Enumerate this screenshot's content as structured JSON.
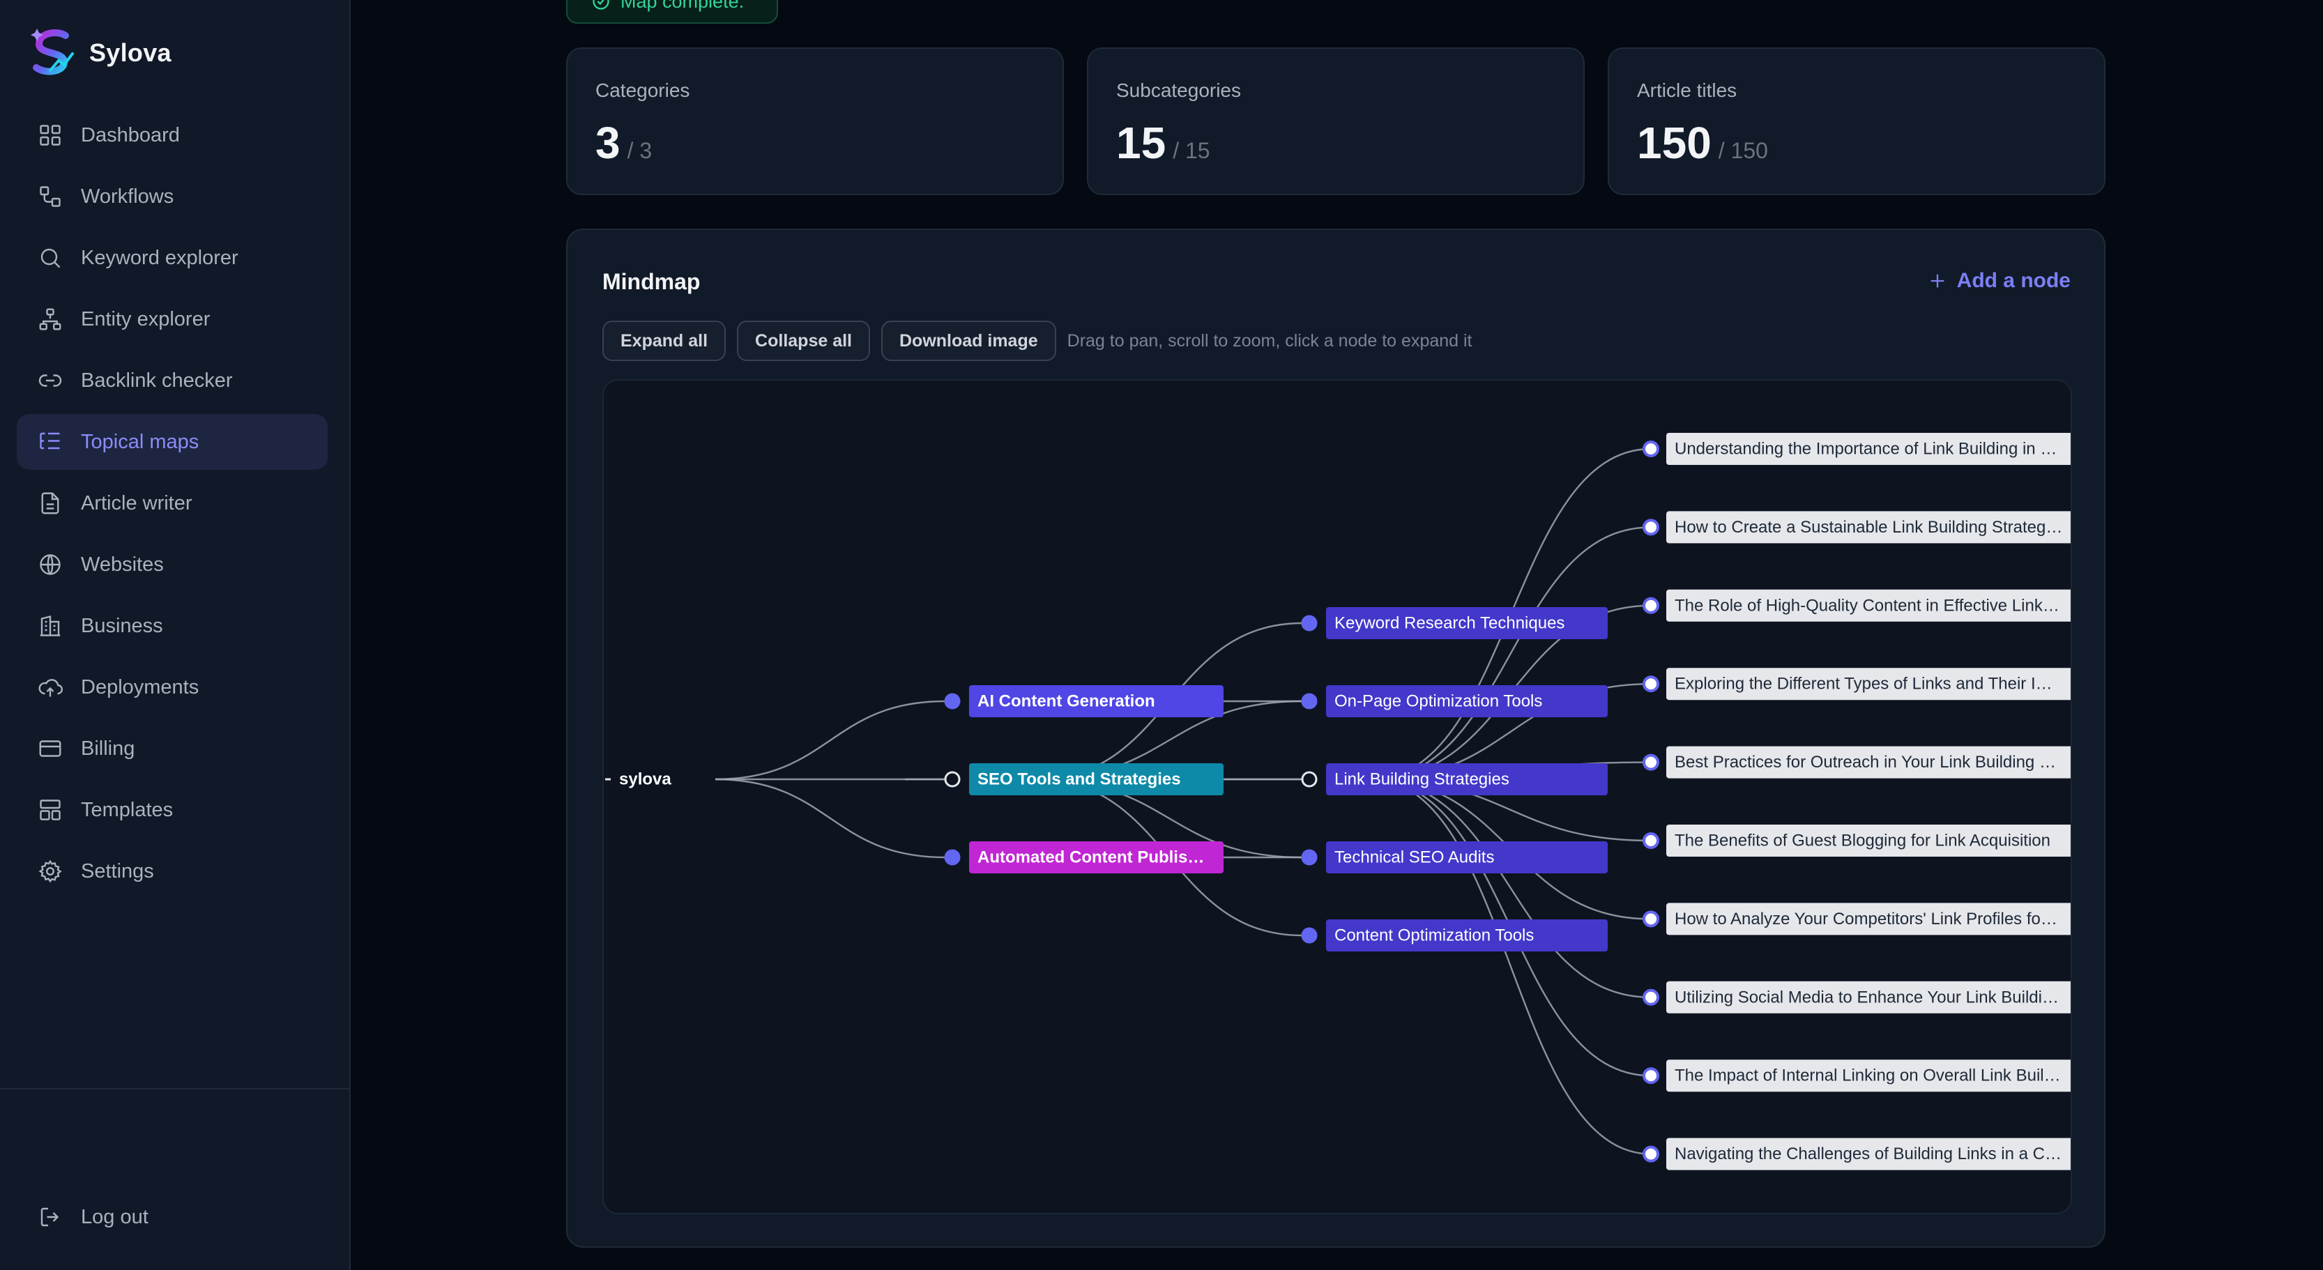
{
  "app": {
    "name": "Sylova"
  },
  "sidebar": {
    "items": [
      {
        "label": "Dashboard",
        "icon": "dashboard-icon",
        "active": false
      },
      {
        "label": "Workflows",
        "icon": "workflow-icon",
        "active": false
      },
      {
        "label": "Keyword explorer",
        "icon": "search-icon",
        "active": false
      },
      {
        "label": "Entity explorer",
        "icon": "hierarchy-icon",
        "active": false
      },
      {
        "label": "Backlink checker",
        "icon": "link-icon",
        "active": false
      },
      {
        "label": "Topical maps",
        "icon": "list-tree-icon",
        "active": true
      },
      {
        "label": "Article writer",
        "icon": "document-icon",
        "active": false
      },
      {
        "label": "Websites",
        "icon": "globe-icon",
        "active": false
      },
      {
        "label": "Business",
        "icon": "building-icon",
        "active": false
      },
      {
        "label": "Deployments",
        "icon": "cloud-upload-icon",
        "active": false
      },
      {
        "label": "Billing",
        "icon": "credit-card-icon",
        "active": false
      },
      {
        "label": "Templates",
        "icon": "layout-icon",
        "active": false
      },
      {
        "label": "Settings",
        "icon": "gear-icon",
        "active": false
      }
    ],
    "logout_label": "Log out"
  },
  "toast": {
    "text": "Map complete."
  },
  "stats": [
    {
      "label": "Categories",
      "value": "3",
      "total": "/ 3"
    },
    {
      "label": "Subcategories",
      "value": "15",
      "total": "/ 15"
    },
    {
      "label": "Article titles",
      "value": "150",
      "total": "/ 150"
    }
  ],
  "mindmap": {
    "title": "Mindmap",
    "add_node_label": "Add a node",
    "buttons": {
      "expand": "Expand all",
      "collapse": "Collapse all",
      "download": "Download image"
    },
    "hint": "Drag to pan, scroll to zoom, click a node to expand it",
    "root": "sylova",
    "categories": [
      {
        "label": "AI Content Generation",
        "color": "#4f46e5"
      },
      {
        "label": "SEO Tools and Strategies",
        "color": "#0e8aa8",
        "expanded": true
      },
      {
        "label": "Automated Content Publis…",
        "color": "#c026d3"
      }
    ],
    "subcategories": [
      "Keyword Research Techniques",
      "On-Page Optimization Tools",
      "Link Building Strategies",
      "Technical SEO Audits",
      "Content Optimization Tools"
    ],
    "expanded_subcategory": "Link Building Strategies",
    "articles": [
      "Understanding the Importance of Link Building in …",
      "How to Create a Sustainable Link Building Strateg…",
      "The Role of High-Quality Content in Effective Link…",
      "Exploring the Different Types of Links and Their I…",
      "Best Practices for Outreach in Your Link Building …",
      "The Benefits of Guest Blogging for Link Acquisition",
      "How to Analyze Your Competitors' Link Profiles fo…",
      "Utilizing Social Media to Enhance Your Link Buildi…",
      "The Impact of Internal Linking on Overall Link Buil…",
      "Navigating the Challenges of Building Links in a C…"
    ],
    "colors": {
      "subcategory": "#4338ca",
      "article_bg": "#e5e7eb",
      "dot": "#6366f1",
      "edge": "#a3a8b3"
    }
  }
}
